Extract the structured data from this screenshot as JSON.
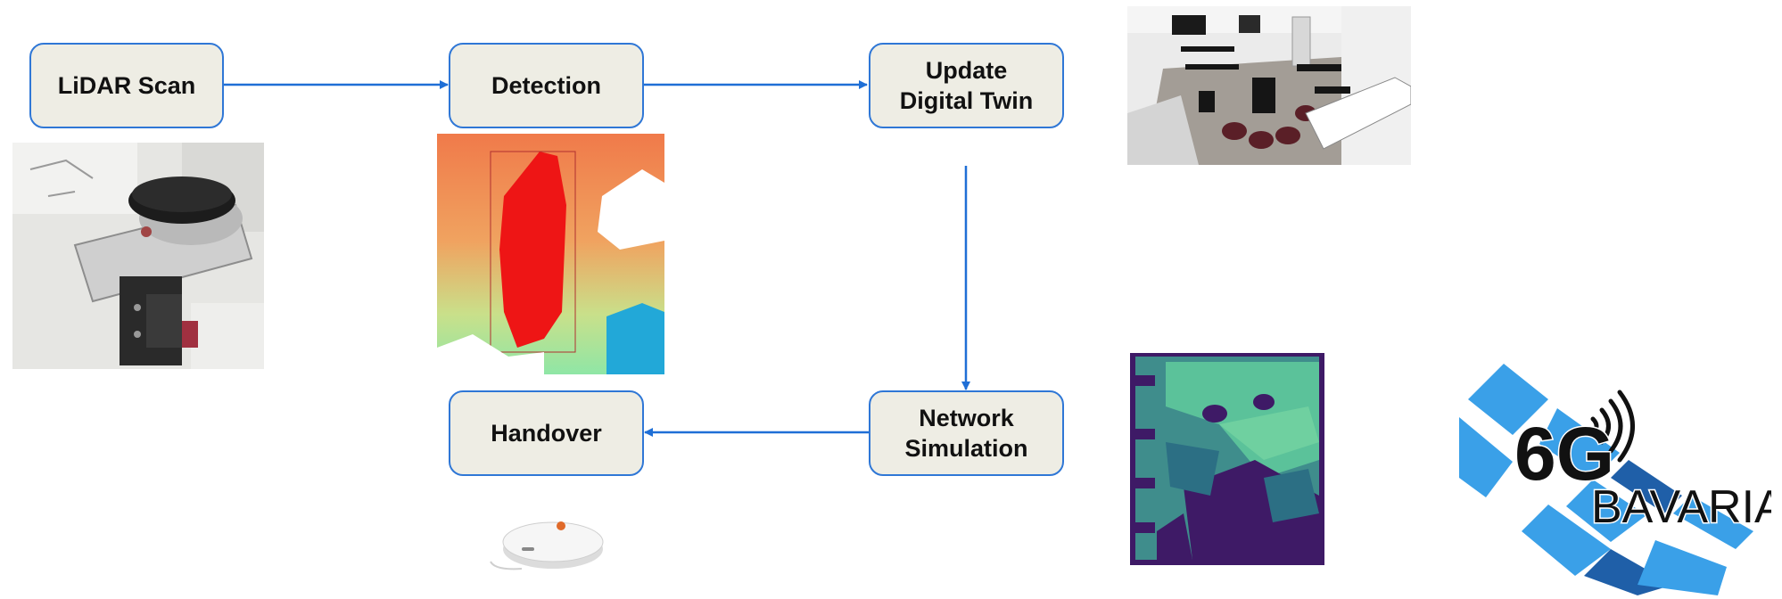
{
  "nodes": {
    "lidar_scan": {
      "label": "LiDAR Scan"
    },
    "detection": {
      "label": "Detection"
    },
    "update_twin": {
      "line1": "Update",
      "line2": "Digital Twin"
    },
    "network_sim": {
      "line1": "Network",
      "line2": "Simulation"
    },
    "handover": {
      "label": "Handover"
    }
  },
  "logo": {
    "line1": "6G",
    "line2": "BAVARIA"
  },
  "colors": {
    "node_fill": "#eeede4",
    "node_border": "#2f77d6",
    "arrow": "#1f6fd6",
    "logo_blue": "#3aa0e8",
    "logo_dark_blue": "#1f5fa8"
  },
  "edges": [
    {
      "from": "lidar_scan",
      "to": "detection"
    },
    {
      "from": "detection",
      "to": "update_twin"
    },
    {
      "from": "update_twin",
      "to": "network_sim"
    },
    {
      "from": "network_sim",
      "to": "handover"
    }
  ]
}
